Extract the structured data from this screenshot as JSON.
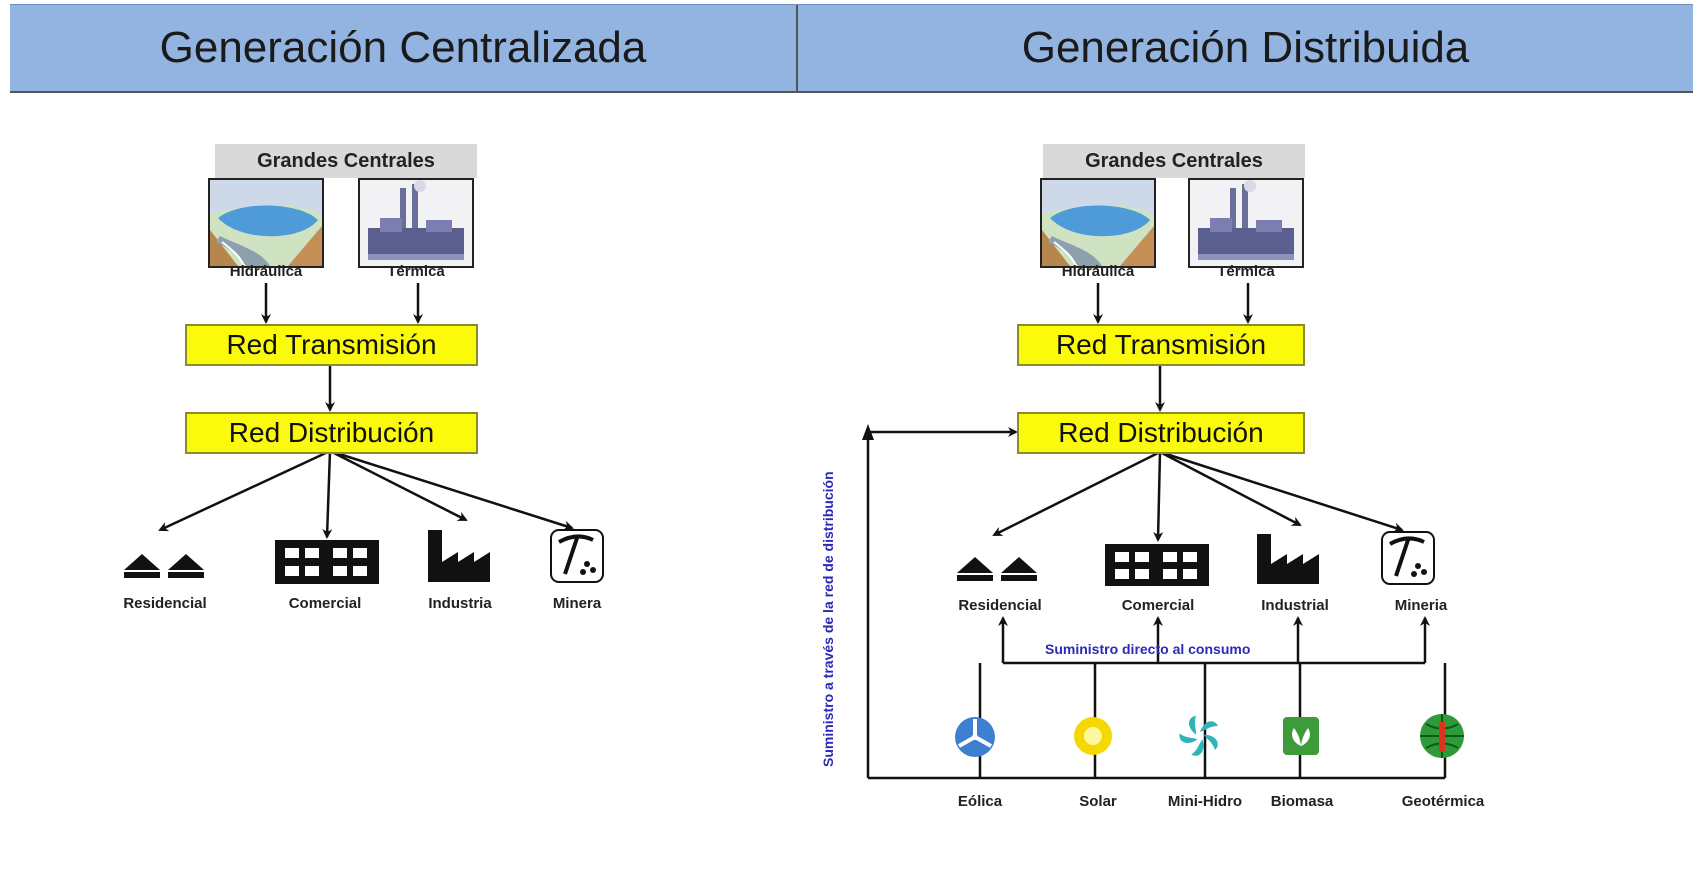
{
  "header": {
    "left_title": "Generación Centralizada",
    "right_title": "Generación Distribuida"
  },
  "centralized": {
    "plants_title": "Grandes Centrales",
    "hydro_label": "Hidráulica",
    "thermal_label": "Térmica",
    "transmission": "Red Transmisión",
    "distribution": "Red Distribución",
    "consumers": [
      "Residencial",
      "Comercial",
      "Industria",
      "Minera"
    ]
  },
  "distributed": {
    "plants_title": "Grandes Centrales",
    "hydro_label": "Hidráulica",
    "thermal_label": "Térmica",
    "transmission": "Red Transmisión",
    "distribution": "Red Distribución",
    "consumers": [
      "Residencial",
      "Comercial",
      "Industrial",
      "Mineria"
    ],
    "direct_supply": "Suministro directo al consumo",
    "grid_supply": "Suministro a través de la red de distribución",
    "sources": [
      "Eólica",
      "Solar",
      "Mini-Hidro",
      "Biomasa",
      "Geotérmica"
    ]
  },
  "colors": {
    "header_bg": "#93b4e0",
    "box_yellow": "#fafa0a",
    "label_blue": "#2a2ab8"
  }
}
